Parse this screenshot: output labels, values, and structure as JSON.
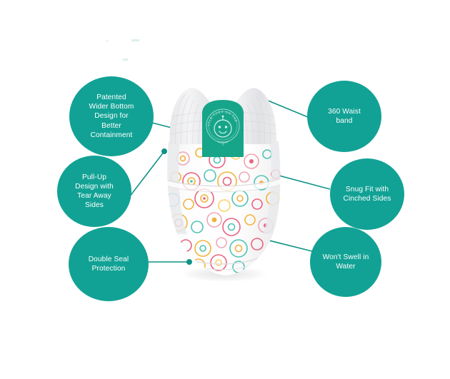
{
  "theme": {
    "background": "#ffffff",
    "accent_teal": "#11a295",
    "connector_color": "#0f9387",
    "bubble_text_color": "#ffffff",
    "pattern_colors": [
      "#e8637f",
      "#f2b33d",
      "#4fc3b5",
      "#f2a0b0",
      "#f6d36b"
    ]
  },
  "features": [
    {
      "id": "patented",
      "label": "Patented\nWider Bottom\nDesign for\nBetter\nContainment",
      "side": "left"
    },
    {
      "id": "pullup",
      "label": "Pull-Up\nDesign with\nTear Away\nSides",
      "side": "left"
    },
    {
      "id": "doubleseal",
      "label": "Double Seal\nProtection",
      "side": "left"
    },
    {
      "id": "waistband",
      "label": "360 Waist\nband",
      "side": "right"
    },
    {
      "id": "snugfit",
      "label": "Snug Fit with\nCinched Sides",
      "side": "right"
    },
    {
      "id": "wontswell",
      "label": "Won't Swell in\nWater",
      "side": "right"
    }
  ],
  "product": {
    "name": "diaper-pant",
    "badge": {
      "brand_text": "LITTLE TOES ON THE GO",
      "icon": "baby-face-icon",
      "color": "#17a589"
    }
  }
}
